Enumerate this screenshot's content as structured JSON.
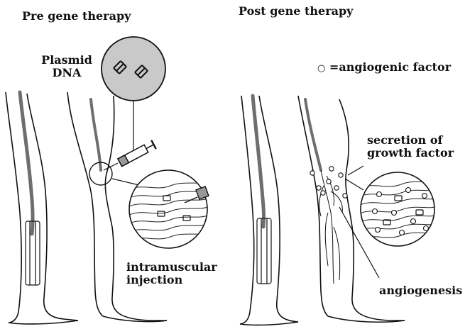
{
  "panels": {
    "pre": {
      "heading": "Pre gene therapy"
    },
    "post": {
      "heading": "Post gene therapy"
    }
  },
  "labels": {
    "plasmid_line1": "Plasmid",
    "plasmid_line2": "DNA",
    "intramuscular_line1": "intramuscular",
    "intramuscular_line2": "injection",
    "legend_symbol": "○",
    "legend_text": "=angiogenic factor",
    "secretion_line1": "secretion of",
    "secretion_line2": "growth factor",
    "angiogenesis": "angiogenesis"
  },
  "colors": {
    "ink": "#111111",
    "vessel": "#6e6e6e",
    "plasmid_fill": "#c9c9c9"
  }
}
